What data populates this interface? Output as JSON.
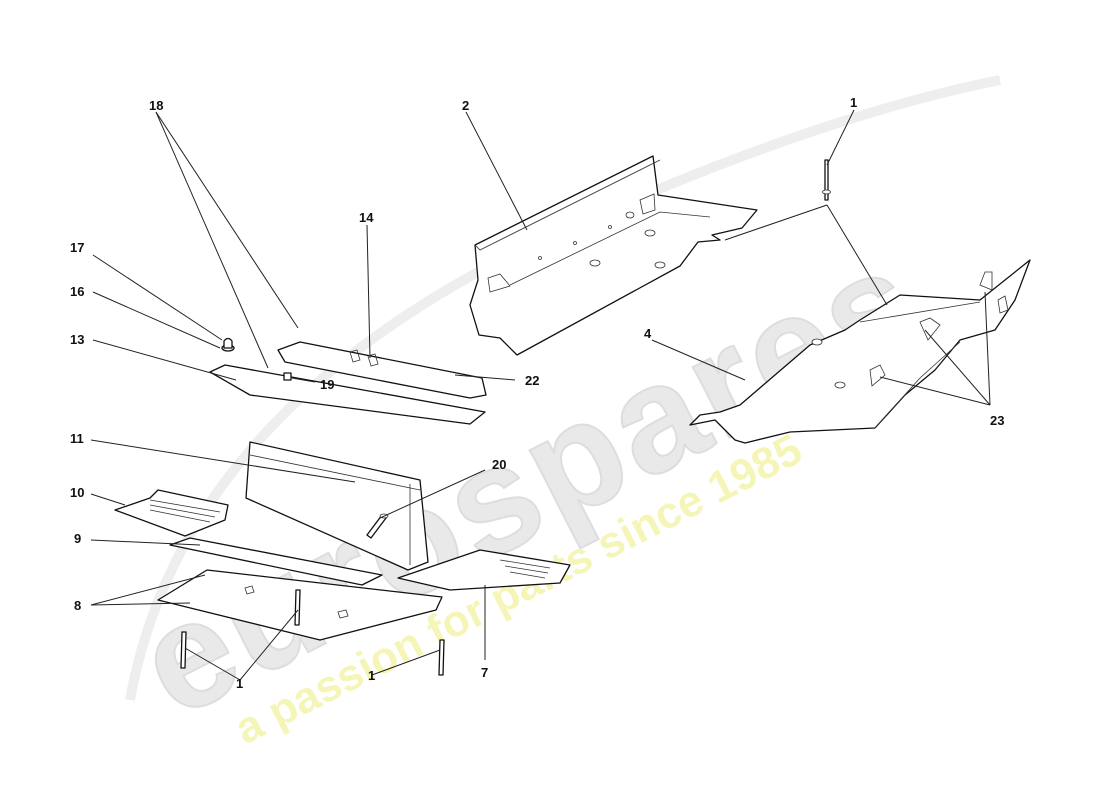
{
  "watermark": {
    "brand": "eurospares",
    "tagline": "a passion for parts since 1985",
    "brand_color": "#e6e6e6",
    "tagline_color": "#f3f3a6"
  },
  "callouts": [
    {
      "id": "c18",
      "label": "18"
    },
    {
      "id": "c2",
      "label": "2"
    },
    {
      "id": "c1-top",
      "label": "1"
    },
    {
      "id": "c14",
      "label": "14"
    },
    {
      "id": "c17",
      "label": "17"
    },
    {
      "id": "c16",
      "label": "16"
    },
    {
      "id": "c13",
      "label": "13"
    },
    {
      "id": "c19",
      "label": "19"
    },
    {
      "id": "c22",
      "label": "22"
    },
    {
      "id": "c4",
      "label": "4"
    },
    {
      "id": "c23",
      "label": "23"
    },
    {
      "id": "c11",
      "label": "11"
    },
    {
      "id": "c20",
      "label": "20"
    },
    {
      "id": "c10",
      "label": "10"
    },
    {
      "id": "c9",
      "label": "9"
    },
    {
      "id": "c8",
      "label": "8"
    },
    {
      "id": "c7",
      "label": "7"
    },
    {
      "id": "c1-left",
      "label": "1"
    },
    {
      "id": "c1-bottom",
      "label": "1"
    }
  ]
}
